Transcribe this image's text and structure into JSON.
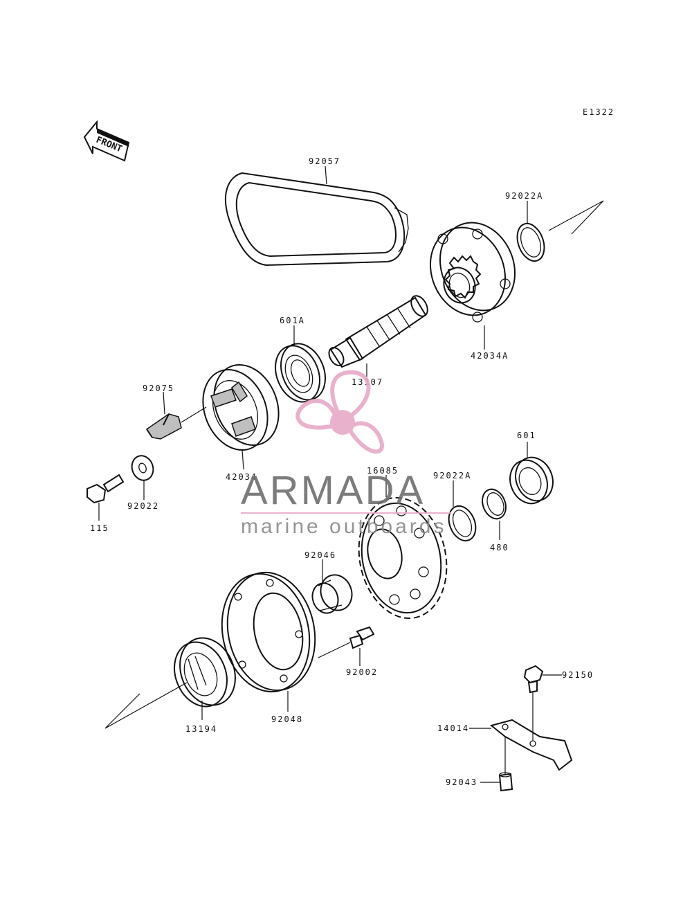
{
  "diagram": {
    "code": "E1322",
    "front_label": "FRONT",
    "parts": {
      "p92057": "92057",
      "p92022A_top": "92022A",
      "p42034A": "42034A",
      "p601A": "601A",
      "p13107": "13107",
      "p92075": "92075",
      "p42034": "42034",
      "p92022": "92022",
      "p115": "115",
      "p16085": "16085",
      "p92022A_mid": "92022A",
      "p601": "601",
      "p480": "480",
      "p92046": "92046",
      "p92002": "92002",
      "p92048": "92048",
      "p13194": "13194",
      "p92150": "92150",
      "p14014": "14014",
      "p92043": "92043"
    }
  },
  "watermark": {
    "brand": "ARMADA",
    "tagline": "marine outboards",
    "accent_color": "#e8a9c8",
    "text_color": "#6e6e6e"
  }
}
